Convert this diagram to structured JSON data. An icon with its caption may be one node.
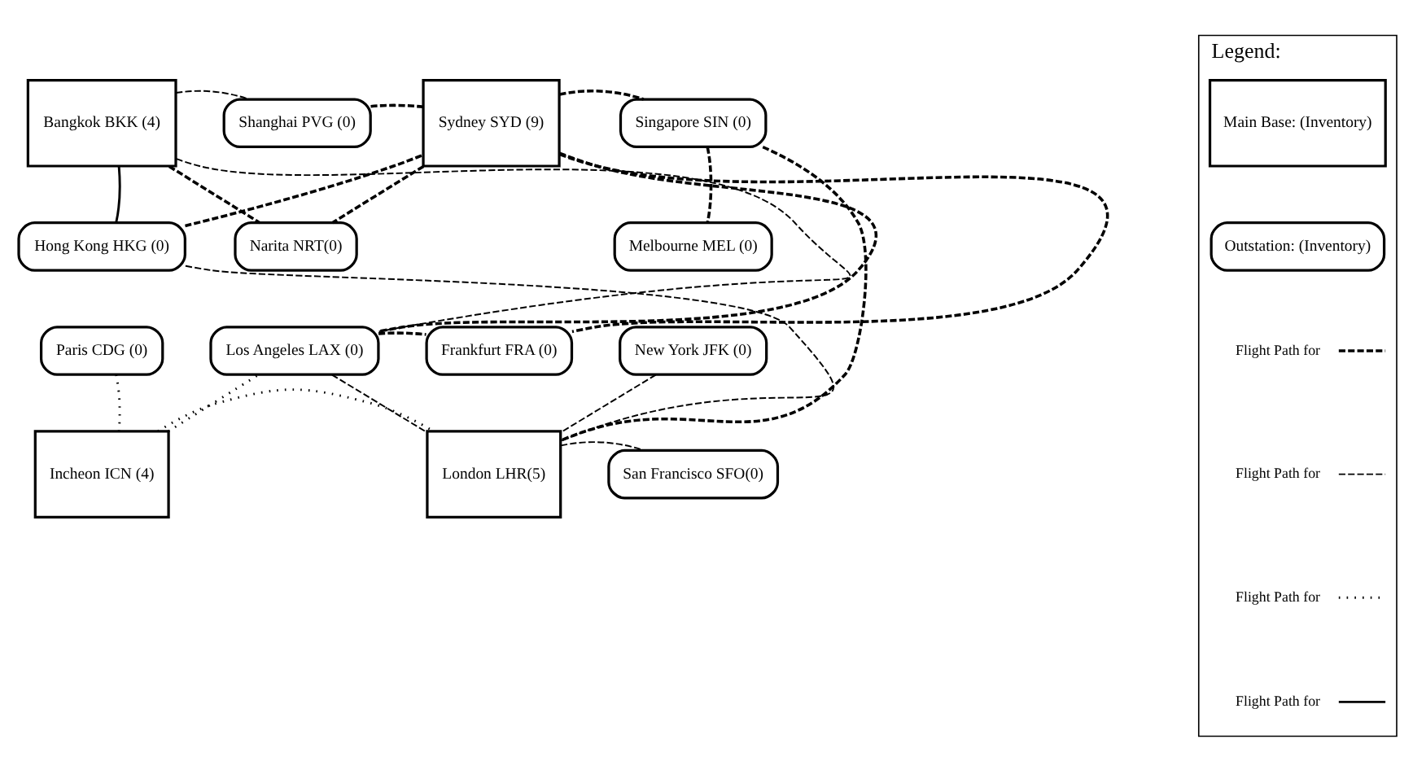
{
  "diagram": {
    "nodes": [
      {
        "text": [
          "Bangkok BKK (4)"
        ]
      },
      {
        "text": [
          "Shanghai PVG (0)"
        ]
      },
      {
        "text": [
          "Sydney SYD (9)"
        ]
      },
      {
        "text": [
          "Singapore SIN (0)"
        ]
      },
      {
        "text": [
          "Hong Kong HKG (0)"
        ]
      },
      {
        "text": [
          "Narita NRT(0)"
        ]
      },
      {
        "text": [
          "Melbourne MEL (0)"
        ]
      },
      {
        "text": [
          "Paris CDG (0)"
        ]
      },
      {
        "text": [
          "Los Angeles LAX (0)"
        ]
      },
      {
        "text": [
          "Frankfurt FRA (0)"
        ]
      },
      {
        "text": [
          "New York JFK (0)"
        ]
      },
      {
        "text": [
          "Incheon ICN (4)"
        ]
      },
      {
        "text": [
          "London LHR(5)"
        ]
      },
      {
        "text": [
          "San Francisco SFO(0)"
        ]
      },
      {
        "text": [
          "Legend:"
        ]
      },
      {
        "text": [
          "Main Base: (Inventory)"
        ],
        "in": 14
      },
      {
        "text": [
          "Outstation: (Inventory)"
        ],
        "in": 14
      }
    ],
    "edges": [
      {
        "from": 0,
        "to": 1,
        "arrow": "none",
        "style": "dashed"
      },
      {
        "from": 1,
        "to": 2,
        "arrow": "none",
        "style": "dashed"
      },
      {
        "from": 2,
        "to": 3,
        "arrow": "none",
        "style": "dashed"
      },
      {
        "from": 0,
        "to": 4,
        "arrow": "none"
      },
      {
        "from": 3,
        "to": 6,
        "arrow": "none",
        "style": "dashed"
      },
      {
        "from": 4,
        "to": 2,
        "arrow": "none",
        "style": "dashed"
      },
      {
        "from": 0,
        "to": 5,
        "arrow": "none",
        "style": "dashed"
      },
      {
        "from": 2,
        "to": 5,
        "arrow": "none",
        "style": "dashed"
      },
      {
        "from": 0,
        "to": 8,
        "arrow": "none",
        "style": "dashed"
      },
      {
        "from": 2,
        "to": 8,
        "arrow": "none",
        "style": "dashed"
      },
      {
        "from": 2,
        "to": 9,
        "arrow": "none",
        "style": "dashed"
      },
      {
        "from": 8,
        "to": 9,
        "arrow": "none",
        "style": "dashed"
      },
      {
        "from": 3,
        "to": 12,
        "arrow": "none",
        "style": "dashed"
      },
      {
        "from": 7,
        "to": 11,
        "arrow": "none",
        "style": "dashed"
      },
      {
        "from": 11,
        "to": 8,
        "arrow": "none",
        "style": "dashed"
      },
      {
        "from": 11,
        "to": 12,
        "arrow": "none",
        "style": "dashed"
      },
      {
        "from": 8,
        "to": 12,
        "arrow": "none",
        "style": "dashed"
      },
      {
        "from": 10,
        "to": 12,
        "arrow": "none",
        "style": "dashed"
      },
      {
        "from": 12,
        "to": 13,
        "arrow": "none",
        "style": "dashed"
      },
      {
        "from": 4,
        "to": 12,
        "arrow": "none",
        "style": "dashed"
      }
    ],
    "legend": [
      {
        "text": "Flight Path for"
      },
      {
        "text": "Flight Path for"
      },
      {
        "text": "Flight Path for"
      },
      {
        "text": "Flight Path for"
      }
    ]
  }
}
